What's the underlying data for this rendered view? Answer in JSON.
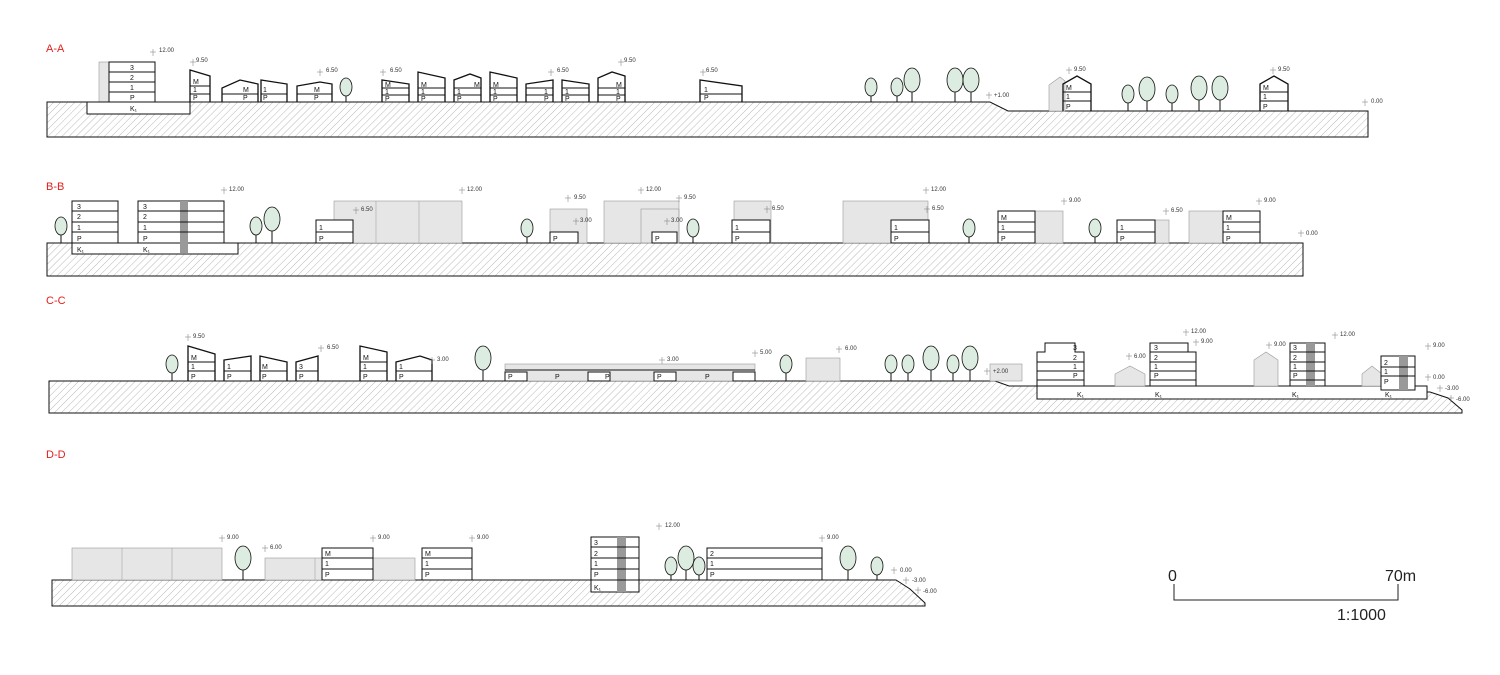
{
  "sections": {
    "aa": "A-A",
    "bb": "B-B",
    "cc": "C-C",
    "dd": "D-D"
  },
  "levels": {
    "aa": [
      "12.00",
      "9.50",
      "6.50",
      "6.50",
      "6.50",
      "9.50",
      "6.50",
      "+1.00",
      "9.50",
      "9.50",
      "0.00"
    ],
    "bb": [
      "12.00",
      "12.00",
      "6.50",
      "9.50",
      "3.00",
      "12.00",
      "9.50",
      "3.00",
      "6.50",
      "12.00",
      "6.50",
      "9.00",
      "6.50",
      "9.00",
      "0.00"
    ],
    "cc": [
      "9.50",
      "6.50",
      "3.00",
      "3.00",
      "5.00",
      "6.00",
      "+2.00",
      "12.00",
      "9.00",
      "6.00",
      "12.00",
      "9.00",
      "9.00",
      "0.00",
      "-3.00",
      "-6.00"
    ],
    "dd": [
      "9.00",
      "6.00",
      "9.00",
      "9.00",
      "12.00",
      "9.00",
      "0.00",
      "-3.00",
      "-6.00"
    ]
  },
  "floor_codes": {
    "p": "P",
    "one": "1",
    "two": "2",
    "three": "3",
    "m": "M",
    "k": "K₁"
  },
  "scale_bar": {
    "start": "0",
    "end": "70m",
    "ratio": "1:1000"
  },
  "colors": {
    "section_label": "#e0201c",
    "tree_fill": "#dcece0",
    "ghost_building": "#e6e6e6",
    "stair_core": "#999999",
    "outline": "#111111"
  }
}
